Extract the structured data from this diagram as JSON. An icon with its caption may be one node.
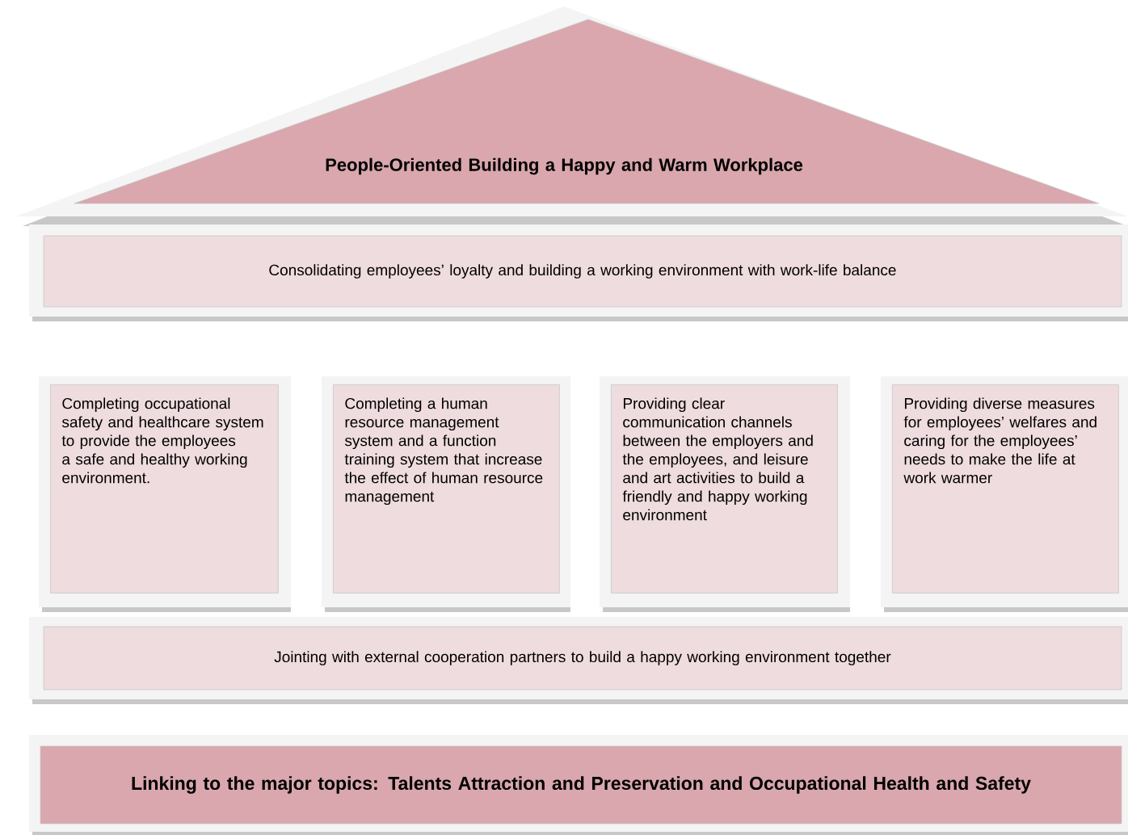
{
  "diagram": {
    "nodes": [
      {
        "text": [
          "People-Oriented Building a Happy and Warm Workplace"
        ]
      },
      {
        "text": [
          "Consolidating employees’ loyalty and building a working environment with work-life balance"
        ]
      },
      {
        "text": [
          "Completing occupational safety and healthcare system to provide the employees a safe and healthy working environment."
        ]
      },
      {
        "text": [
          "Completing a human resource management system and a function training system that increase the effect of human resource management"
        ]
      },
      {
        "text": [
          "Providing clear communication channels between the employers and the employees, and leisure and art activities to build a friendly and happy working environment"
        ]
      },
      {
        "text": [
          "Providing diverse measures for employees’ welfares and caring for the employees’ needs to make the life at work warmer"
        ]
      },
      {
        "text": [
          "Jointing with external cooperation partners to build a happy working environment together"
        ]
      },
      {
        "text": [
          "Linking to the major topics: Talents Attraction and Preservation and Occupational Health and Safety"
        ]
      }
    ]
  }
}
